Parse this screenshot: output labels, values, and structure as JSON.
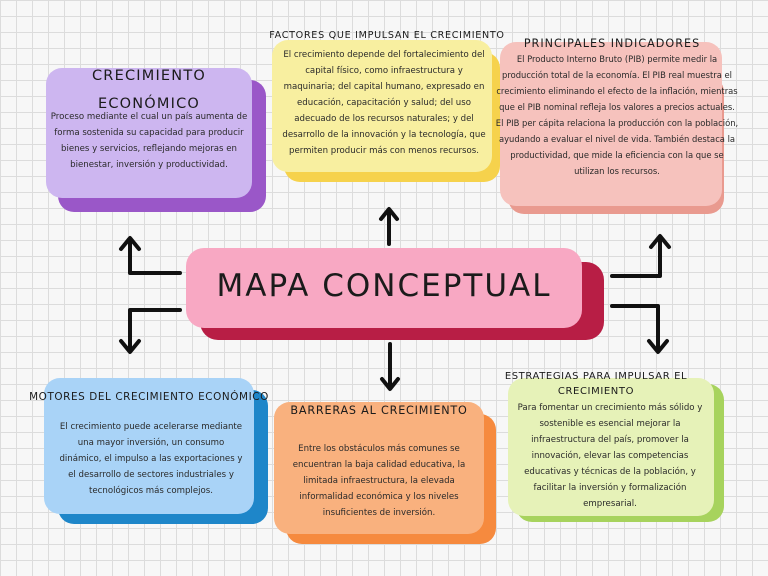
{
  "center": {
    "title": "MAPA CONCEPTUAL"
  },
  "crecimiento": {
    "title": "CRECIMIENTO ECONÓMICO",
    "text": "Proceso mediante el cual un país aumenta de forma sostenida su capacidad para producir bienes y servicios, reflejando mejoras en bienestar, inversión y productividad."
  },
  "factores": {
    "title": "FACTORES QUE IMPULSAN EL CRECIMIENTO",
    "text": "El crecimiento depende del fortalecimiento del capital físico, como infraestructura y maquinaria; del capital humano, expresado en educación, capacitación y salud; del uso adecuado de los recursos naturales; y del desarrollo de la innovación y la tecnología, que permiten producir más con menos recursos."
  },
  "indicadores": {
    "title": "PRINCIPALES INDICADORES",
    "text": "El Producto Interno Bruto (PIB) permite medir la producción total de la economía. El PIB real muestra el crecimiento eliminando el efecto de la inflación, mientras que el PIB nominal refleja los valores a precios actuales. El PIB per cápita relaciona la producción con la población, ayudando a evaluar el nivel de vida. También destaca la productividad, que mide la eficiencia con la que se utilizan los recursos."
  },
  "motores": {
    "title": "MOTORES DEL CRECIMIENTO ECONÓMICO",
    "text": "El crecimiento puede acelerarse mediante una mayor inversión, un consumo dinámico, el impulso a las exportaciones y el desarrollo de sectores industriales y tecnológicos más complejos."
  },
  "barreras": {
    "title": "BARRERAS AL CRECIMIENTO",
    "text": "Entre los obstáculos más comunes se encuentran la baja calidad educativa, la limitada infraestructura, la elevada informalidad económica y los niveles insuficientes de inversión."
  },
  "estrategias": {
    "title": "ESTRATEGIAS PARA IMPULSAR EL CRECIMIENTO",
    "text": "Para fomentar un crecimiento más sólido y sostenible es esencial mejorar la infraestructura del país, promover la innovación, elevar las competencias educativas y técnicas de la población, y facilitar la inversión y formalización empresarial."
  },
  "colors": {
    "purple": "#cdb6f0",
    "purple_shadow": "#9a57c8",
    "yellow": "#f8efa0",
    "yellow_shadow": "#f6d24c",
    "salmon": "#f6c2bd",
    "salmon_shadow": "#e99a8f",
    "pink": "#f8a8c3",
    "pink_shadow": "#b81e45",
    "blue": "#a9d3f7",
    "blue_shadow": "#1e86c9",
    "orange": "#f9b17e",
    "orange_shadow": "#f68a3e",
    "green": "#e6f2b8",
    "green_shadow": "#a7d35d"
  }
}
